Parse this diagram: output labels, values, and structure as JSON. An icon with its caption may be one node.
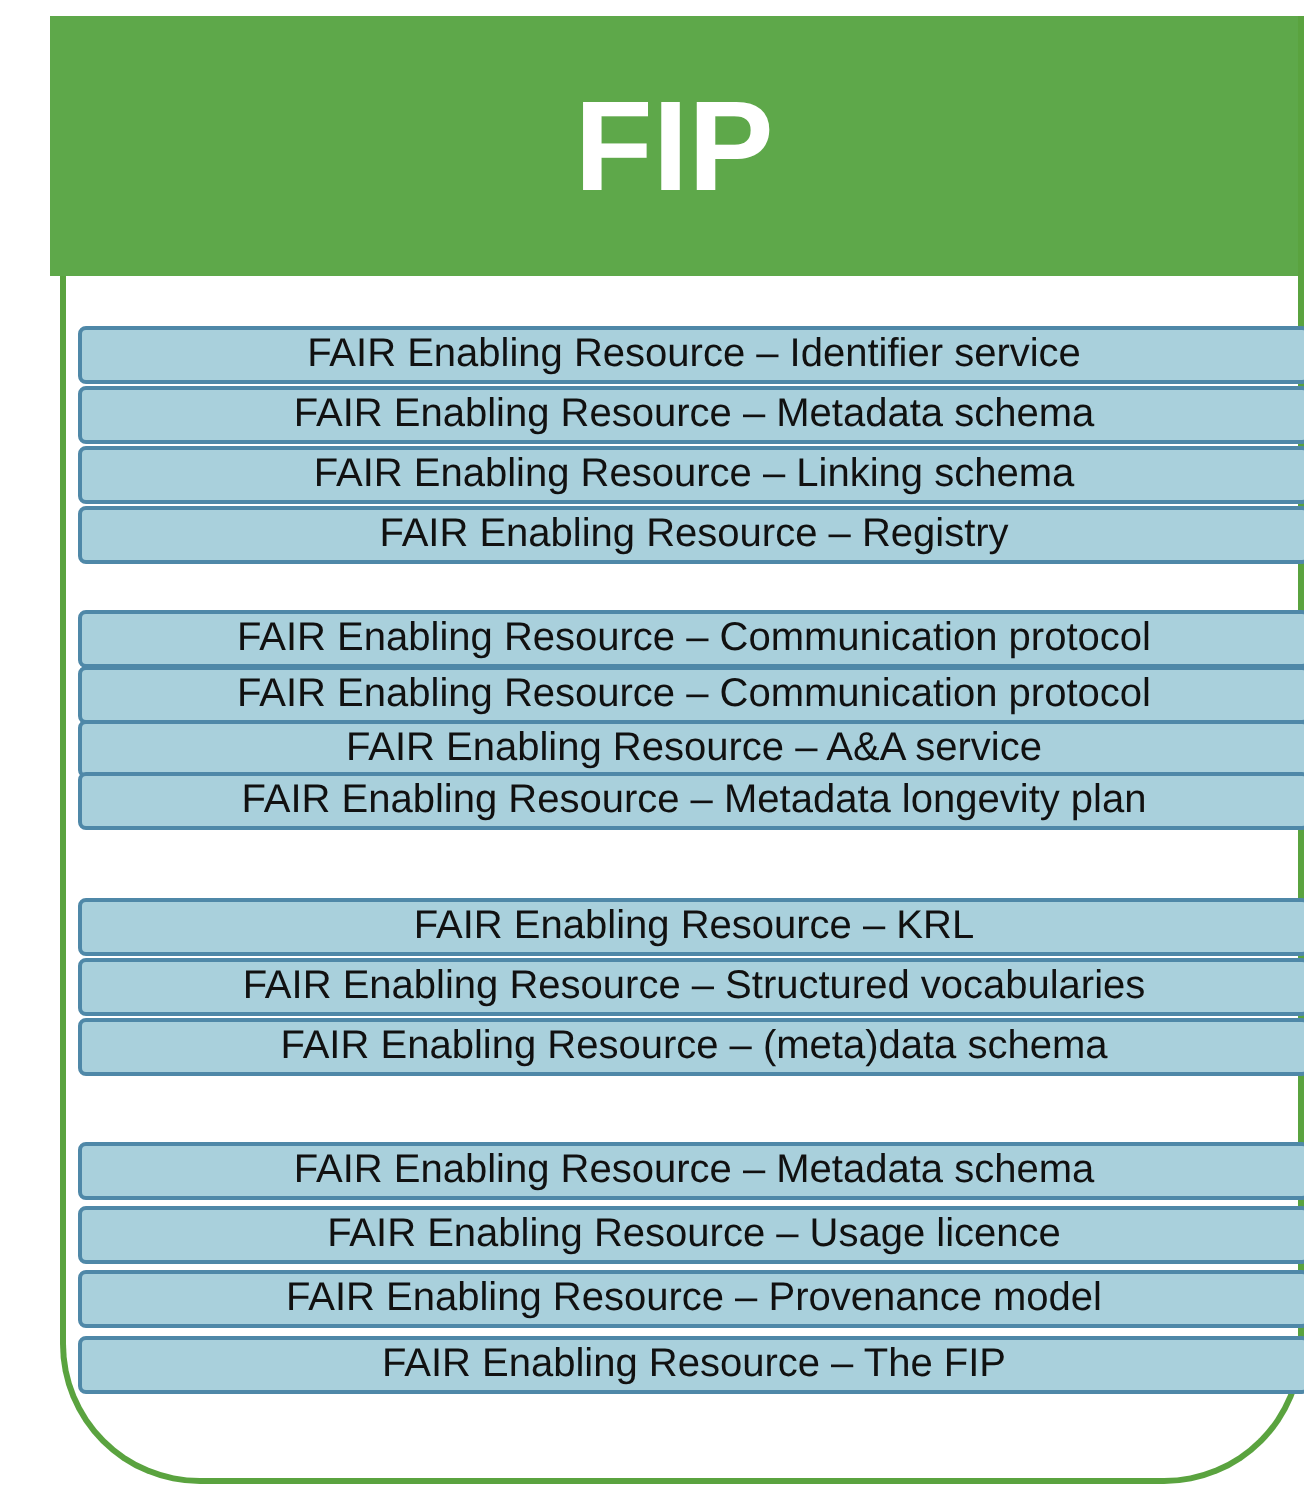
{
  "diagram": {
    "nodes": [
      {
        "text": [
          "FIP"
        ]
      },
      {
        "text": [
          "FAIR Enabling Resource – Identifier service"
        ],
        "in": 0
      },
      {
        "text": [
          "FAIR Enabling Resource – Metadata schema"
        ],
        "in": 0
      },
      {
        "text": [
          "FAIR Enabling Resource – Linking schema"
        ],
        "in": 0
      },
      {
        "text": [
          "FAIR Enabling Resource – Registry"
        ],
        "in": 0
      },
      {
        "text": [
          "FAIR Enabling Resource – Communication protocol"
        ],
        "in": 0
      },
      {
        "text": [
          "FAIR Enabling Resource – Communication protocol"
        ],
        "in": 0
      },
      {
        "text": [
          "FAIR Enabling Resource – A&A service"
        ],
        "in": 0
      },
      {
        "text": [
          "FAIR Enabling Resource – Metadata longevity plan"
        ],
        "in": 0
      },
      {
        "text": [
          "FAIR Enabling Resource – KRL"
        ],
        "in": 0
      },
      {
        "text": [
          "FAIR Enabling Resource – Structured vocabularies"
        ],
        "in": 0
      },
      {
        "text": [
          "FAIR Enabling Resource – (meta)data schema"
        ],
        "in": 0
      },
      {
        "text": [
          "FAIR Enabling Resource – Metadata schema"
        ],
        "in": 0
      },
      {
        "text": [
          "FAIR Enabling Resource – Usage licence"
        ],
        "in": 0
      },
      {
        "text": [
          "FAIR Enabling Resource – Provenance model"
        ],
        "in": 0
      },
      {
        "text": [
          "FAIR Enabling Resource – The FIP"
        ],
        "in": 0
      }
    ]
  }
}
